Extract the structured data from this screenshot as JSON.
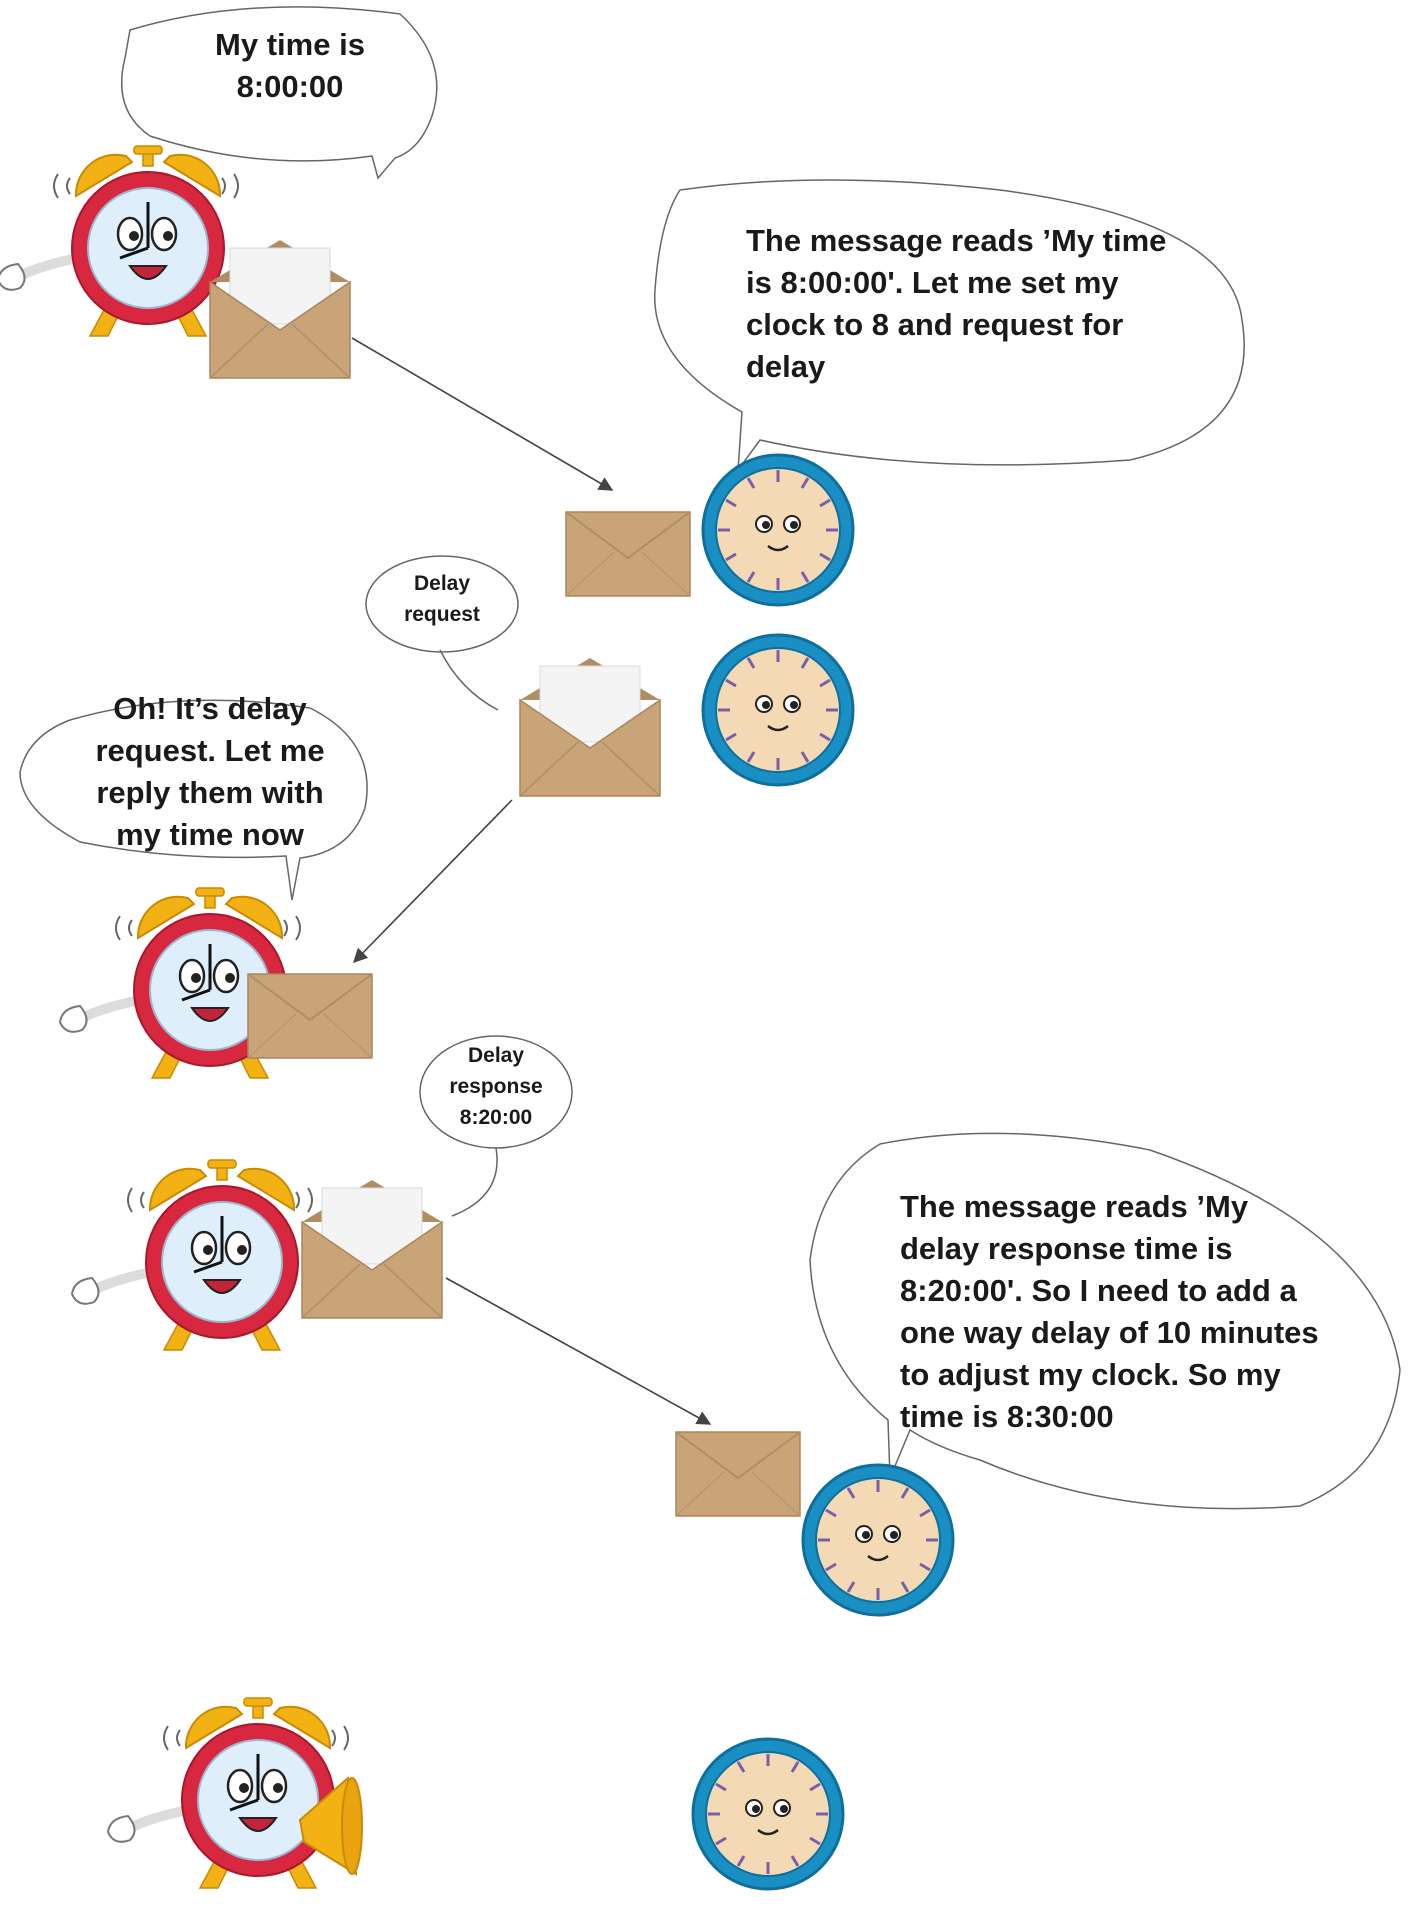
{
  "colors": {
    "alarm_red": "#d8283f",
    "alarm_bell": "#f2b214",
    "alarm_face": "#dfeefb",
    "wall_ring": "#1a8fc4",
    "wall_face": "#f3d9b4",
    "envelope": "#c9a478",
    "envelope_dark": "#a8855a",
    "paper": "#f4f4f4",
    "line": "#444444"
  },
  "icons": {
    "master_clock": "alarm-clock-character",
    "slave_clock": "wall-clock-character",
    "message": "envelope-icon",
    "announce": "megaphone-icon"
  },
  "bubbles": {
    "master_time": "My time is\n8:00:00",
    "slave_sync_read": "The message  reads ’My time\nis 8:00:00'. Let me set my\nclock to 8 and request for\ndelay",
    "delay_request": "Delay\nrequest",
    "master_reply_thought": "Oh! It’s delay\nrequest. Let me\nreply them with\nmy time now",
    "delay_response": "Delay\nresponse\n8:20:00",
    "slave_adjust_read": "The message  reads ’My\ndelay response time is\n8:20:00'. So I need to add a\none way delay of 10 minutes\nto adjust my clock. So my\ntime is 8:30:00"
  }
}
